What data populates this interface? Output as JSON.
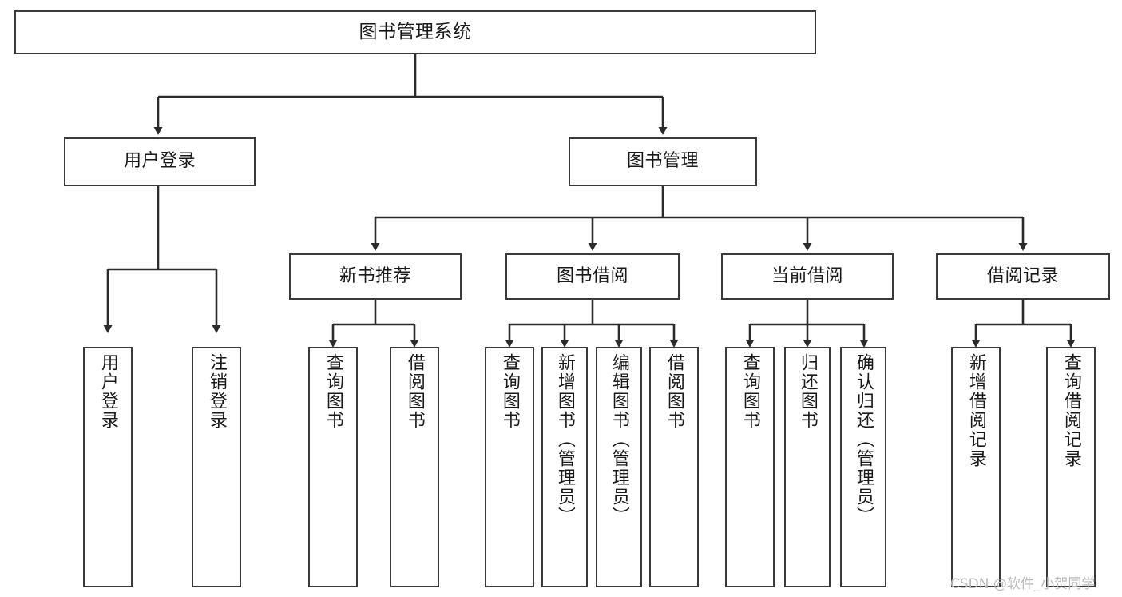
{
  "diagram": {
    "type": "tree",
    "title": "图书管理系统",
    "orientation": "top-down",
    "colors": {
      "box_border": "#3a3a3a",
      "box_fill": "#ffffff",
      "edge": "#2b2b2b",
      "text": "#1a1a1a",
      "watermark": "#b9b9b9"
    },
    "nodes": {
      "root": {
        "label": "图书管理系统"
      },
      "level2": [
        {
          "label": "用户登录"
        },
        {
          "label": "图书管理"
        }
      ],
      "level3": [
        {
          "label": "新书推荐"
        },
        {
          "label": "图书借阅"
        },
        {
          "label": "当前借阅"
        },
        {
          "label": "借阅记录"
        }
      ],
      "leaves": {
        "user_login": [
          {
            "label": "用户登录"
          },
          {
            "label": "注销登录"
          }
        ],
        "new_book_recommend": [
          {
            "label": "查询图书"
          },
          {
            "label": "借阅图书"
          }
        ],
        "book_borrow": [
          {
            "label": "查询图书"
          },
          {
            "label": "新增图书（管理员）"
          },
          {
            "label": "编辑图书（管理员）"
          },
          {
            "label": "借阅图书"
          }
        ],
        "current_borrow": [
          {
            "label": "查询图书"
          },
          {
            "label": "归还图书"
          },
          {
            "label": "确认归还（管理员）"
          }
        ],
        "borrow_record": [
          {
            "label": "新增借阅记录"
          },
          {
            "label": "查询借阅记录"
          }
        ]
      }
    },
    "watermark": "CSDN @软件_小贺同学"
  }
}
